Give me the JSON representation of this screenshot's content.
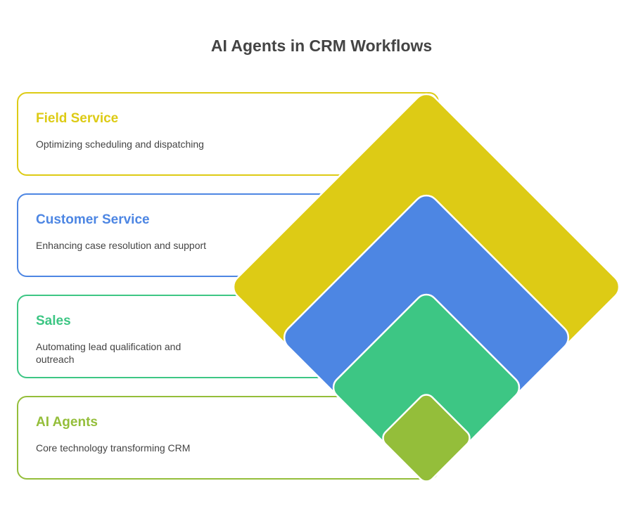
{
  "title": "AI Agents in CRM Workflows",
  "items": [
    {
      "heading": "Field Service",
      "description": "Optimizing scheduling and dispatching",
      "color": "#DDCB15"
    },
    {
      "heading": "Customer Service",
      "description": "Enhancing case resolution and support",
      "color": "#4D86E3"
    },
    {
      "heading": "Sales",
      "description": "Automating lead qualification and outreach",
      "color": "#3DC684"
    },
    {
      "heading": "AI Agents",
      "description": "Core technology transforming CRM",
      "color": "#94BE3A"
    }
  ]
}
